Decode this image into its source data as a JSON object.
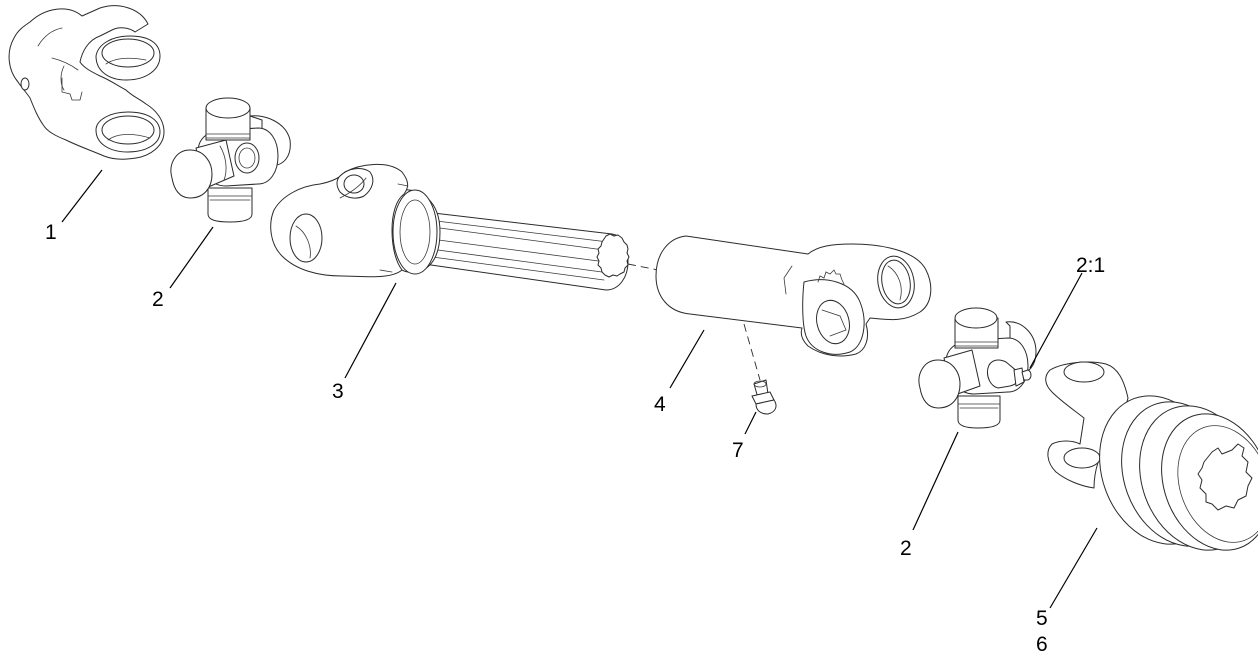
{
  "diagram": {
    "type": "exploded-parts-view",
    "subject": "driveshaft assembly",
    "colors": {
      "line": "#2b2b2b",
      "text": "#000000",
      "background": "#ffffff"
    },
    "parts": [
      {
        "id": "yoke-1",
        "callout": "1",
        "description": "yoke with bolt hole"
      },
      {
        "id": "cross-2a",
        "callout": "2",
        "description": "cross and bearing kit"
      },
      {
        "id": "inner-shaft-3",
        "callout": "3",
        "description": "yoke with splined inner shaft"
      },
      {
        "id": "outer-tube-4",
        "callout": "4",
        "description": "yoke with outer tube"
      },
      {
        "id": "grease-fitting-7",
        "callout": "7",
        "description": "grease fitting"
      },
      {
        "id": "cross-2b",
        "callout": "2",
        "description": "cross and bearing kit"
      },
      {
        "id": "grease-fitting-2-1",
        "callout": "2:1",
        "description": "cross grease fitting"
      },
      {
        "id": "yoke-5",
        "callout_lines": [
          "5",
          "6"
        ],
        "description": "splined yoke with collar"
      }
    ]
  },
  "callouts": {
    "c1": "1",
    "c2a": "2",
    "c3": "3",
    "c4": "4",
    "c7": "7",
    "c2b": "2",
    "c21": "2:1",
    "c5": "5",
    "c6": "6"
  }
}
